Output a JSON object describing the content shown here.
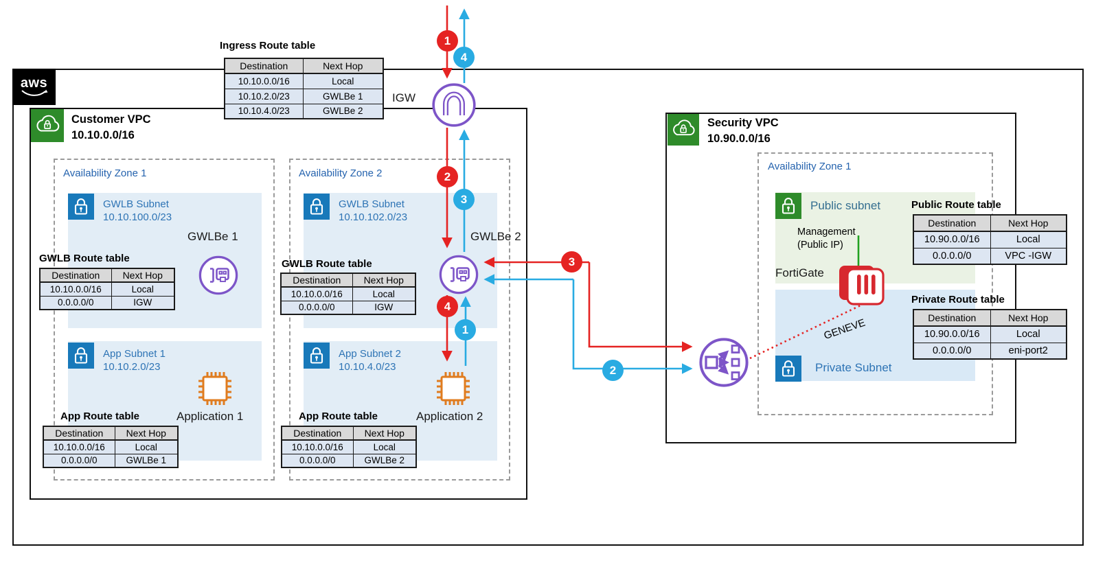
{
  "aws_logo": "aws",
  "colors": {
    "arrow_red": "#e52322",
    "arrow_blue": "#29abe2",
    "aws_purple": "#7d55c8",
    "icon_green": "#2e8b2a",
    "icon_blue": "#1879ba",
    "subnet_blue_bg": "#e2edf6",
    "subnet_green_bg": "#eaf2e4",
    "table_header_bg": "#d9d9d9",
    "table_row_bg": "#dde6f2"
  },
  "flow_badges": {
    "red": [
      "1",
      "2",
      "3",
      "4"
    ],
    "blue": [
      "1",
      "2",
      "3",
      "4"
    ]
  },
  "labels": {
    "igw": "IGW",
    "gwlbe1": "GWLBe 1",
    "gwlbe2": "GWLBe 2",
    "app1": "Application 1",
    "app2": "Application 2",
    "fortigate": "FortiGate",
    "geneve": "GENEVE",
    "management_line1": "Management",
    "management_line2": "(Public IP)"
  },
  "customer_vpc": {
    "name": "Customer VPC",
    "cidr": "10.10.0.0/16",
    "az1": {
      "label": "Availability Zone 1",
      "gwlb_subnet": {
        "name": "GWLB Subnet",
        "cidr": "10.10.100.0/23"
      },
      "app_subnet": {
        "name": "App Subnet 1",
        "cidr": "10.10.2.0/23"
      }
    },
    "az2": {
      "label": "Availability Zone 2",
      "gwlb_subnet": {
        "name": "GWLB Subnet",
        "cidr": "10.10.102.0/23"
      },
      "app_subnet": {
        "name": "App Subnet 2",
        "cidr": "10.10.4.0/23"
      }
    }
  },
  "security_vpc": {
    "name": "Security VPC",
    "cidr": "10.90.0.0/16",
    "az": {
      "label": "Availability Zone 1",
      "public_subnet": "Public subnet",
      "private_subnet": "Private Subnet"
    }
  },
  "tables": {
    "ingress": {
      "title": "Ingress Route table",
      "headers": [
        "Destination",
        "Next Hop"
      ],
      "rows": [
        [
          "10.10.0.0/16",
          "Local"
        ],
        [
          "10.10.2.0/23",
          "GWLBe 1"
        ],
        [
          "10.10.4.0/23",
          "GWLBe 2"
        ]
      ]
    },
    "gwlb_az1": {
      "title": "GWLB Route table",
      "headers": [
        "Destination",
        "Next Hop"
      ],
      "rows": [
        [
          "10.10.0.0/16",
          "Local"
        ],
        [
          "0.0.0.0/0",
          "IGW"
        ]
      ]
    },
    "app_az1": {
      "title": "App Route table",
      "headers": [
        "Destination",
        "Next Hop"
      ],
      "rows": [
        [
          "10.10.0.0/16",
          "Local"
        ],
        [
          "0.0.0.0/0",
          "GWLBe 1"
        ]
      ]
    },
    "gwlb_az2": {
      "title": "GWLB Route table",
      "headers": [
        "Destination",
        "Next Hop"
      ],
      "rows": [
        [
          "10.10.0.0/16",
          "Local"
        ],
        [
          "0.0.0.0/0",
          "IGW"
        ]
      ]
    },
    "app_az2": {
      "title": "App Route table",
      "headers": [
        "Destination",
        "Next Hop"
      ],
      "rows": [
        [
          "10.10.0.0/16",
          "Local"
        ],
        [
          "0.0.0.0/0",
          "GWLBe 2"
        ]
      ]
    },
    "public_rt": {
      "title": "Public Route table",
      "headers": [
        "Destination",
        "Next Hop"
      ],
      "rows": [
        [
          "10.90.0.0/16",
          "Local"
        ],
        [
          "0.0.0.0/0",
          "VPC -IGW"
        ]
      ]
    },
    "private_rt": {
      "title": "Private Route table",
      "headers": [
        "Destination",
        "Next Hop"
      ],
      "rows": [
        [
          "10.90.0.0/16",
          "Local"
        ],
        [
          "0.0.0.0/0",
          "eni-port2"
        ]
      ]
    }
  }
}
